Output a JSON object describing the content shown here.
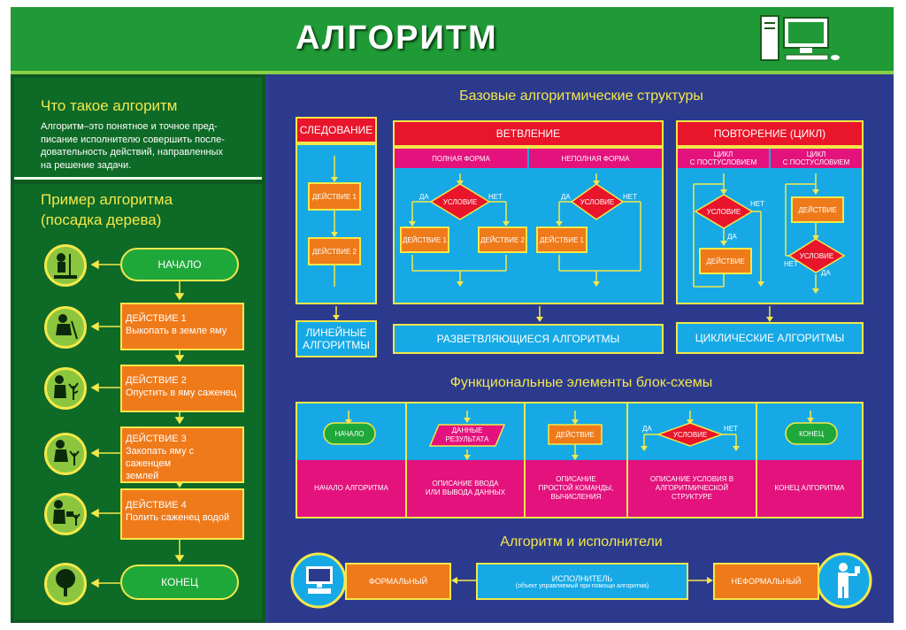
{
  "header": {
    "title": "АЛГОРИТМ",
    "computer_icon": "computer-icon"
  },
  "left": {
    "definition": {
      "title": "Что такое алгоритм",
      "line1": "Алгоритм–это понятное и точное пред-",
      "line2": "писание исполнителю совершить после-",
      "line3": "довательность действий, направленных",
      "line4": "на решение задачи."
    },
    "example": {
      "title1": "Пример алгоритма",
      "title2": "(посадка дерева)",
      "start": "НАЧАЛО",
      "end": "КОНЕЦ",
      "steps": [
        {
          "title": "ДЕЙСТВИЕ 1",
          "text1": "Выкопать в земле яму",
          "text2": ""
        },
        {
          "title": "ДЕЙСТВИЕ 2",
          "text1": "Опустить в яму саженец",
          "text2": ""
        },
        {
          "title": "ДЕЙСТВИЕ 3",
          "text1": "Закопать яму с саженцем",
          "text2": "землей"
        },
        {
          "title": "ДЕЙСТВИЕ 4",
          "text1": "Полить саженец водой",
          "text2": ""
        }
      ],
      "icons": [
        "planting-tree-icon",
        "digging-icon",
        "placing-seedling-icon",
        "burying-icon",
        "watering-icon",
        "grown-tree-icon"
      ]
    }
  },
  "structures": {
    "title": "Базовые алгоритмические структуры",
    "sequence": {
      "header": "СЛЕДОВАНИЕ",
      "action1": "ДЕЙСТВИЕ 1",
      "action2": "ДЕЙСТВИЕ 2",
      "footer_line1": "ЛИНЕЙНЫЕ",
      "footer_line2": "АЛГОРИТМЫ"
    },
    "branching": {
      "header": "ВЕТВЛЕНИЕ",
      "full_form": "ПОЛНАЯ ФОРМА",
      "partial_form": "НЕПОЛНАЯ ФОРМА",
      "condition": "УСЛОВИЕ",
      "yes": "ДА",
      "no": "НЕТ",
      "action1": "ДЕЙСТВИЕ 1",
      "action2": "ДЕЙСТВИЕ 2",
      "footer": "РАЗВЕТВЛЯЮЩИЕСЯ АЛГОРИТМЫ"
    },
    "loop": {
      "header": "ПОВТОРЕНИЕ (ЦИКЛ)",
      "left_sub1": "ЦИКЛ",
      "left_sub2": "С ПОСТУСЛОВИЕМ",
      "right_sub1": "ЦИКЛ",
      "right_sub2": "С ПОСТУСЛОВИЕМ",
      "condition": "УСЛОВИЕ",
      "action": "ДЕЙСТВИЕ",
      "yes": "ДА",
      "no": "НЕТ",
      "footer": "ЦИКЛИЧЕСКИЕ АЛГОРИТМЫ"
    }
  },
  "elements": {
    "title": "Функциональные элементы блок-схемы",
    "items": [
      {
        "shape": "НАЧАЛО",
        "shape2": "",
        "desc1": "НАЧАЛО АЛГОРИТМА",
        "desc2": "",
        "desc3": ""
      },
      {
        "shape": "ДАННЫЕ",
        "shape2": "РЕЗУЛЬТАТА",
        "desc1": "ОПИСАНИЕ ВВОДА",
        "desc2": "ИЛИ ВЫВОДА ДАННЫХ",
        "desc3": ""
      },
      {
        "shape": "ДЕЙСТВИЕ",
        "shape2": "",
        "desc1": "ОПИСАНИЕ",
        "desc2": "ПРОСТОЙ КОМАНДЫ,",
        "desc3": "ВЫЧИСЛЕНИЯ"
      },
      {
        "shape": "УСЛОВИЕ",
        "shape2": "",
        "desc1": "ОПИСАНИЕ УСЛОВИЯ В",
        "desc2": "АЛГОРИТМИЧЕСКОЙ",
        "desc3": "СТРУКТУРЕ"
      },
      {
        "shape": "КОНЕЦ",
        "shape2": "",
        "desc1": "КОНЕЦ АЛГОРИТМА",
        "desc2": "",
        "desc3": ""
      }
    ],
    "yes": "ДА",
    "no": "НЕТ"
  },
  "executors": {
    "title": "Алгоритм и исполнители",
    "formal": "ФОРМАЛЬНЫЙ",
    "informal": "НЕФОРМАЛЬНЫЙ",
    "executor1": "ИСПОЛНИТЕЛЬ",
    "executor2": "(объект  управляемый при помощи алгоритма)",
    "icons": [
      "computer-icon",
      "person-icon"
    ]
  },
  "colors": {
    "green": "#1f9a36",
    "blue": "#2c3a8e",
    "cyan": "#16a9e6",
    "red": "#e8152b",
    "magenta": "#e4127c",
    "orange": "#ef7a1a",
    "yellow": "#f3e84a"
  }
}
